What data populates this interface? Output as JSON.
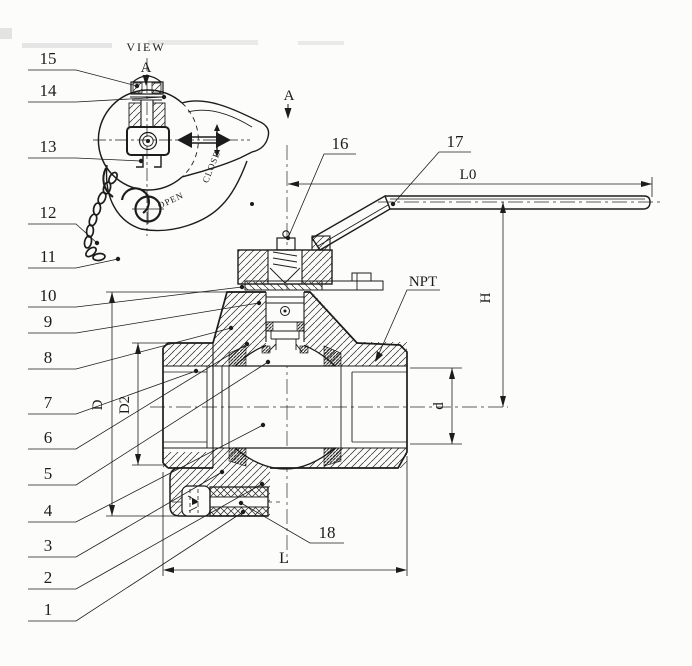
{
  "drawing": {
    "background_color": "#fcfcfb",
    "line_color": "#1c1c1c",
    "detail_view": {
      "title_line1": "VIEW",
      "title_line2": "A",
      "open_marking": "OPEN",
      "close_marking": "CLOSE"
    },
    "section_marker_label": "A",
    "thread_label": "NPT",
    "dimension_labels": {
      "handle_length": "L0",
      "height": "H",
      "body_diameter": "D",
      "cap_diameter": "D2",
      "bore_diameter": "d",
      "face_to_face": "L"
    },
    "callouts": {
      "left_column": [
        "15",
        "14",
        "13",
        "12",
        "11",
        "10",
        "9",
        "8",
        "7",
        "6",
        "5",
        "4",
        "3",
        "2",
        "1"
      ],
      "stem_nut": "16",
      "handle": "17",
      "drain_plug": "18"
    }
  }
}
